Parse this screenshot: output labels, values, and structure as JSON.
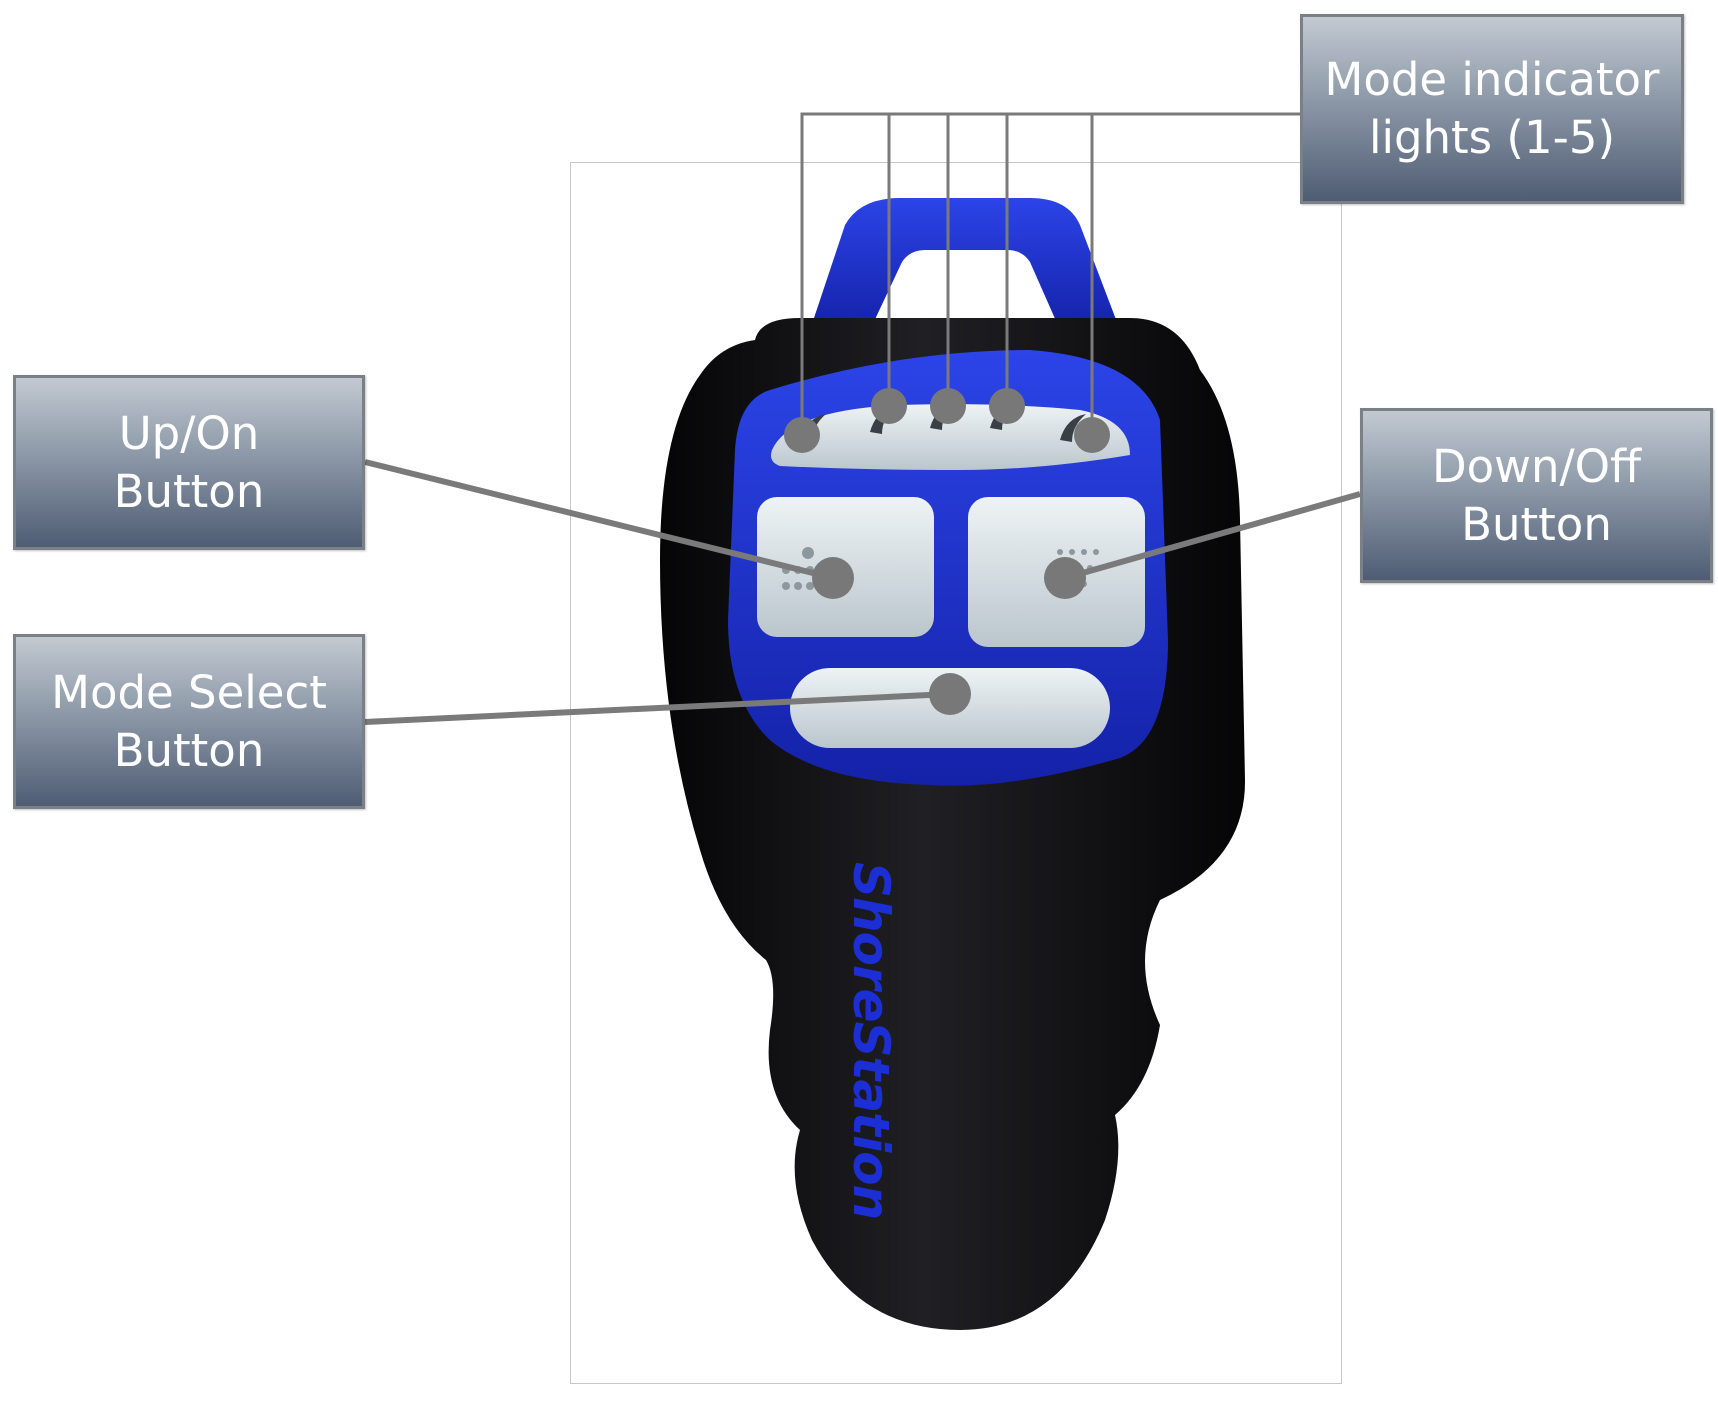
{
  "callouts": {
    "mode_indicator": "Mode indicator\nlights (1-5)",
    "up_on": "Up/On\nButton",
    "down_off": "Down/Off\nButton",
    "mode_select": "Mode Select\nButton"
  },
  "brand": "ShoreStation",
  "colors": {
    "remote_body": "#0c0c0e",
    "remote_trim": "#1a2fd0",
    "button_face": "#d4dde3",
    "leader": "#7a7a7a"
  }
}
